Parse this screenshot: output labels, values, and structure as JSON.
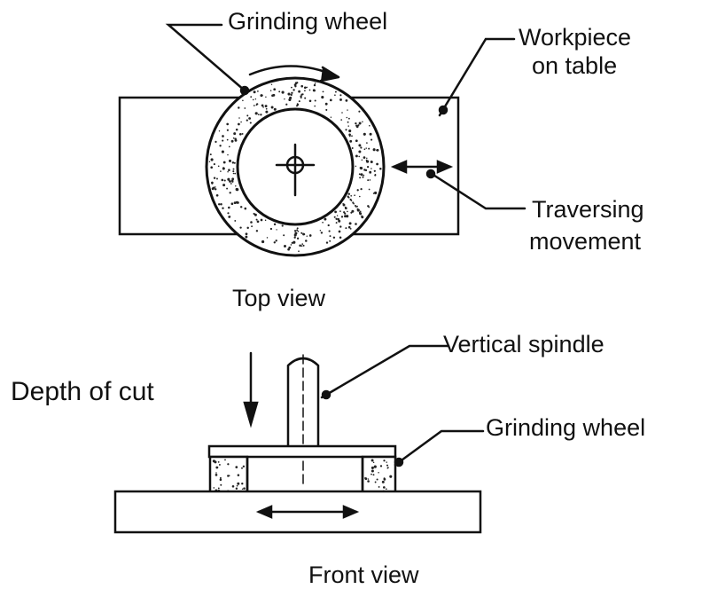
{
  "top_view": {
    "caption": "Top view",
    "labels": {
      "grinding_wheel": "Grinding wheel",
      "workpiece_line1": "Workpiece",
      "workpiece_line2": "on table",
      "traversing_line1": "Traversing",
      "traversing_line2": "movement"
    }
  },
  "front_view": {
    "caption": "Front view",
    "labels": {
      "depth_of_cut": "Depth of cut",
      "vertical_spindle": "Vertical spindle",
      "grinding_wheel": "Grinding wheel"
    }
  },
  "colors": {
    "ink": "#111111",
    "paper": "#ffffff"
  }
}
